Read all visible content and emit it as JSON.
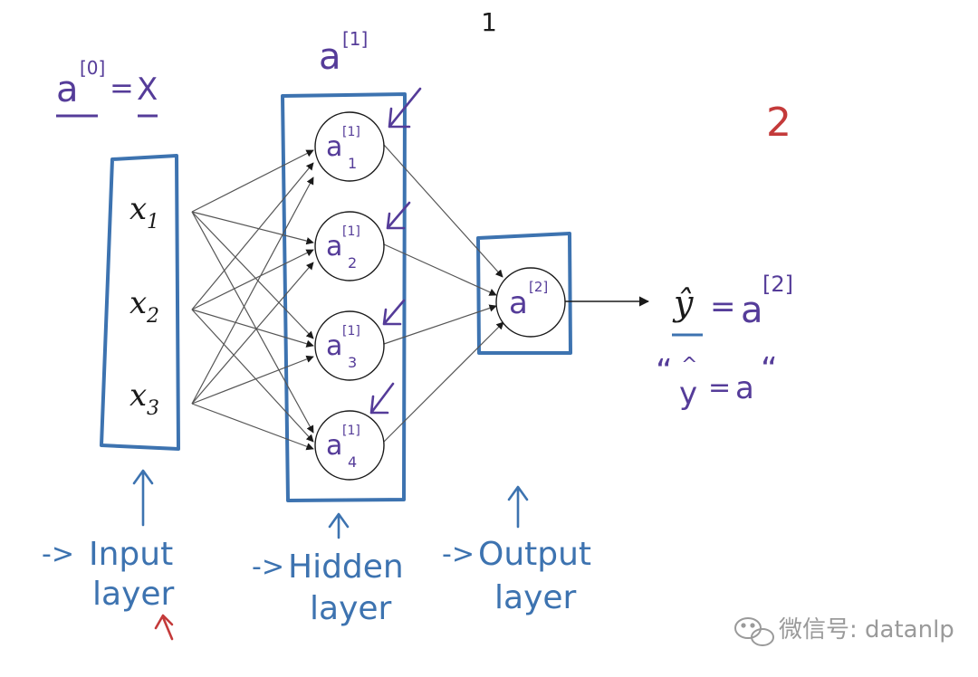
{
  "colors": {
    "blue": "#3d73b0",
    "purple": "#553c99",
    "red": "#c43a3a",
    "ink": "#1a1a1a",
    "grey": "#9a9a9a"
  },
  "top_mark": "1",
  "page_number": "2",
  "a0": {
    "base": "a",
    "sup": "[0]",
    "eq": "=",
    "x": "X"
  },
  "input_layer": {
    "nodes": [
      {
        "base": "x",
        "sub": "1"
      },
      {
        "base": "x",
        "sub": "2"
      },
      {
        "base": "x",
        "sub": "3"
      }
    ],
    "label_arrow": "->",
    "label_line1": "Input",
    "label_line2": "layer"
  },
  "hidden_layer": {
    "header_base": "a",
    "header_sup": "[1]",
    "nodes": [
      {
        "base": "a",
        "sup": "[1]",
        "sub": "1"
      },
      {
        "base": "a",
        "sup": "[1]",
        "sub": "2"
      },
      {
        "base": "a",
        "sup": "[1]",
        "sub": "3"
      },
      {
        "base": "a",
        "sup": "[1]",
        "sub": "4"
      }
    ],
    "label_arrow": "->",
    "label_line1": "Hidden",
    "label_line2": "layer"
  },
  "output_layer": {
    "node": {
      "base": "a",
      "sup": "[2]"
    },
    "label_arrow": "->",
    "label_line1": "Output",
    "label_line2": "layer"
  },
  "prediction": {
    "yhat": "ŷ",
    "eq": "=",
    "a": "a",
    "sup": "[2]",
    "quote_open": "“",
    "y": "y",
    "hat": "^",
    "eq2": "=",
    "a2": "a",
    "quote_close": "“"
  },
  "watermark": {
    "icon": "wechat-icon",
    "text": "微信号: datanlp"
  }
}
